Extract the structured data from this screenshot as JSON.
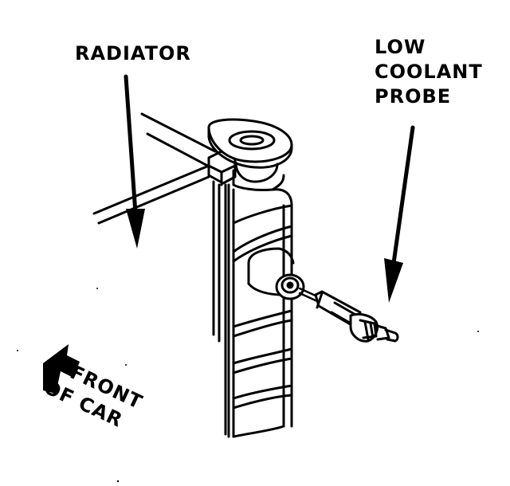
{
  "labels": {
    "radiator": "RADIATOR",
    "probe": [
      "LOW",
      "COOLANT",
      "PROBE"
    ],
    "front": [
      "FRONT",
      "OF CAR"
    ]
  },
  "icons": {
    "radiator_arrow": "arrow-down-icon",
    "probe_arrow": "arrow-down-icon",
    "front_arrow": "arrow-left-icon"
  },
  "colors": {
    "ink": "#000000",
    "paper": "#ffffff"
  }
}
